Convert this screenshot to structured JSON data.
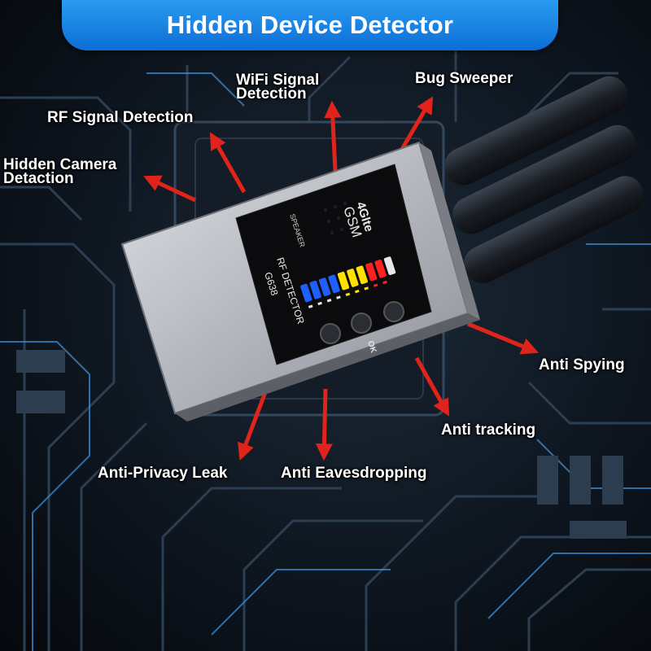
{
  "banner": {
    "title": "Hidden Device Detector"
  },
  "callouts": {
    "wifi": "WiFi Signal\nDetection",
    "bug": "Bug Sweeper",
    "rf": "RF Signal Detection",
    "camera": "Hidden Camera\nDetaction",
    "spying": "Anti Spying",
    "tracking": "Anti tracking",
    "privacy": "Anti-Privacy Leak",
    "eavesdropping": "Anti Eavesdropping"
  },
  "device": {
    "brand": "4Glte",
    "network": "GSM",
    "speaker": "SPEAKER",
    "model_line1": "RF DETECTOR",
    "model_line2": "G638",
    "ok_button": "OK"
  },
  "colors": {
    "banner": "#1a86e8",
    "arrow": "#e0241b",
    "device_body": "#b8bcc2",
    "led_blue": "#1f5fff",
    "led_yellow": "#ffe100",
    "led_red": "#ff2020",
    "led_white": "#e8e8e8"
  }
}
